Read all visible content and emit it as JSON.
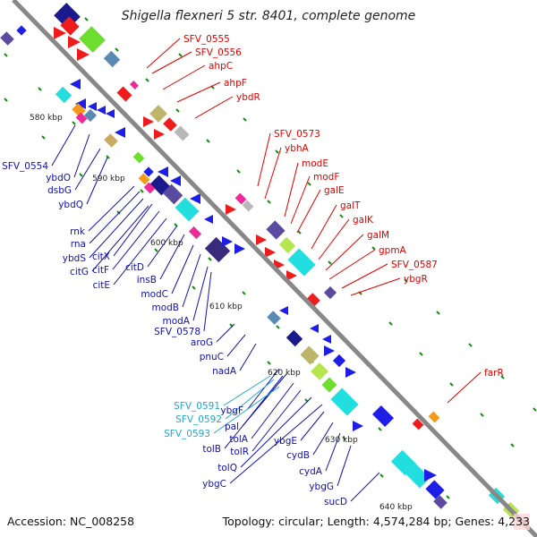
{
  "title": "Shigella flexneri 5 str. 8401, complete genome",
  "footer": {
    "accession": "Accession: NC_008258",
    "summary": "Topology: circular; Length: 4,574,284 bp; Genes: 4,233"
  },
  "colors": {
    "right_label": "#e00000",
    "left_label": "#1010b0",
    "cyan_label": "#20a8c8",
    "backbone": "#888888",
    "tick": "#1a8a1a"
  },
  "kbp_ticks": [
    "580 kbp",
    "590 kbp",
    "600 kbp",
    "610 kbp",
    "620 kbp",
    "630 kbp",
    "640 kbp"
  ],
  "right_labels": [
    "SFV_0555",
    "SFV_0556",
    "ahpC",
    "ahpF",
    "ybdR",
    "SFV_0573",
    "ybhA",
    "modE",
    "modF",
    "galE",
    "galT",
    "galK",
    "galM",
    "gpmA",
    "SFV_0587",
    "ybgR",
    "farR"
  ],
  "left_labels": [
    "SFV_0554",
    "ybdO",
    "dsbG",
    "ybdQ",
    "rnk",
    "rna",
    "ybdS",
    "citG",
    "citX",
    "citF",
    "citE",
    "citD",
    "insB",
    "modC",
    "modB",
    "modA",
    "SFV_0578",
    "aroG",
    "pnuC",
    "nadA",
    "ybgF",
    "pal",
    "tolA",
    "tolB",
    "tolR",
    "tolQ",
    "ybgC",
    "ybgE",
    "cydB",
    "cydA",
    "ybgG",
    "sucD"
  ],
  "cyan_labels": [
    "SFV_0591",
    "SFV_0592",
    "SFV_0593"
  ]
}
